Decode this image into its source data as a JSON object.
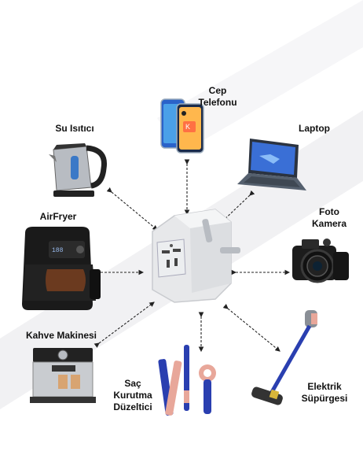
{
  "center_device": "universal-travel-adapter",
  "labels": {
    "cep_telefonu": [
      "Cep",
      "Telefonu"
    ],
    "su_isitici": [
      "Su Isıtıcı"
    ],
    "laptop": [
      "Laptop"
    ],
    "airfryer": [
      "AirFryer"
    ],
    "foto_kamera": [
      "Foto",
      "Kamera"
    ],
    "kahve_makinesi": [
      "Kahve Makinesi"
    ],
    "sac_kurutma": [
      "Saç",
      "Kurutma",
      "Düzeltici"
    ],
    "elektrik_supurgesi": [
      "Elektrik",
      "Süpürgesi"
    ]
  },
  "colors": {
    "background": "#ffffff",
    "watermark": "#f0f0f2",
    "arrow": "#222222",
    "label": "#111111",
    "adapter": "#e9eaec",
    "accent_blue": "#2a3fb0",
    "accent_pink": "#e8a79a"
  }
}
